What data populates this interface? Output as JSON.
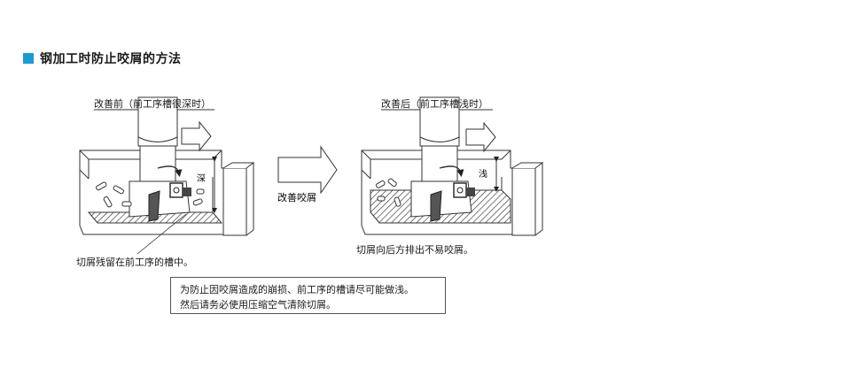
{
  "section": {
    "title": "钢加工时防止咬屑的方法",
    "accent_color": "#1b9ad6"
  },
  "before": {
    "heading": "改善前（前工序槽很深时）",
    "depth_label": "深",
    "caption": "切屑残留在前工序的槽中。"
  },
  "arrow_label": "改善咬屑",
  "after": {
    "heading": "改善后（前工序槽浅时）",
    "depth_label": "浅",
    "caption": "切屑向后方排出不易咬屑。"
  },
  "note": {
    "line1": "为防止因咬屑造成的崩损、前工序的槽请尽可能做浅。",
    "line2": "然后请务必使用压缩空气清除切屑。"
  },
  "icons": {
    "title_marker": "blue-square-icon",
    "feed_arrow": "right-arrow-icon",
    "rotation": "rotation-arrow-icon",
    "dimension": "double-arrow-icon"
  }
}
